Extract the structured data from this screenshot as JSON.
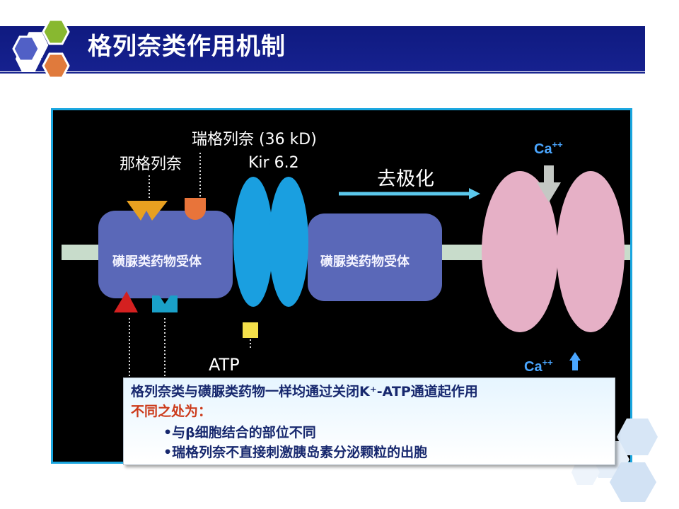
{
  "slide": {
    "title": "格列奈类作用机制"
  },
  "diagram": {
    "labels": {
      "repaglinide": "瑞格列奈 (36 kD)",
      "kir": "Kir 6.2",
      "nateglinide": "那格列奈",
      "depolarization": "去极化",
      "receptor_left": "磺脲类药物受体",
      "receptor_right": "磺脲类药物受体",
      "atp": "ATP",
      "ca_top_base": "Ca",
      "ca_top_sup": "++",
      "ca_bottom_base": "Ca",
      "ca_bottom_sup": "++"
    },
    "colors": {
      "background": "#000000",
      "border": "#1aa6df",
      "receptor": "#5a68b8",
      "kir_channel": "#1a9fe0",
      "ca_channel": "#e6b0c6",
      "membrane": "#c8dccb",
      "nateglinide_shape": "#e8a020",
      "repaglinide_shape": "#e8743a",
      "red_triangle": "#d42020",
      "blue_m_shape": "#1aa0c8",
      "atp_square": "#f4e04a",
      "arrow": "#5bc8ec"
    }
  },
  "note": {
    "line1": "格列奈类与磺脲类药物一样均通过关闭K⁺-ATP通道起作用",
    "line2": "不同之处为：",
    "bullet1": "•与β细胞结合的部位不同",
    "bullet2": "•瑞格列奈不直接刺激胰岛素分泌颗粒的出胞"
  }
}
